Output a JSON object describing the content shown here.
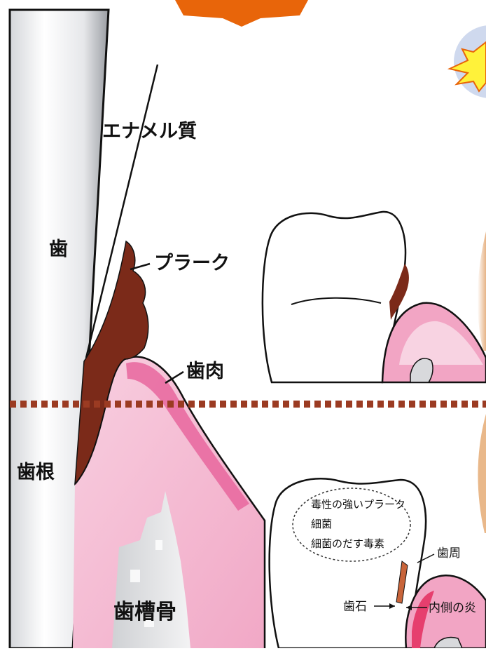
{
  "labels": {
    "enamel": "エナメル質",
    "tooth": "歯",
    "plaque": "プラーク",
    "gum": "歯肉",
    "root": "歯根",
    "alveolar_bone": "歯槽骨"
  },
  "inset_top": {},
  "inset_bottom": {
    "bubble_lines": [
      "毒性の強いプラーク",
      "細菌",
      "細菌のだす毒素"
    ],
    "periodontal_label": "歯周",
    "calculus_label": "歯石",
    "inflammation_label": "内側の炎"
  },
  "colors": {
    "plaque": "#7b2a19",
    "gum_light": "#f6c0d7",
    "gum_dark": "#e8669d",
    "orange": "#e8650a",
    "yellow": "#fff23a",
    "dash": "#9b3b22"
  }
}
